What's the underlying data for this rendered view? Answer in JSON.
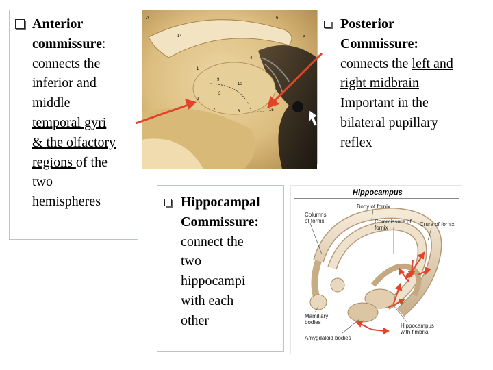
{
  "anterior": {
    "title": "Anterior",
    "title2": "commissure",
    "after_title": ":",
    "line1": "connects the",
    "line2": "inferior and",
    "line3": "middle",
    "link1": "temporal gyri",
    "link2": "& the olfactory",
    "link3": "regions ",
    "after_link": "of the",
    "line7": "two",
    "line8": "hemispheres"
  },
  "posterior": {
    "title": "Posterior",
    "title2": "Commissure:",
    "line1": "connects the ",
    "link1": "left and",
    "link2": "right midbrain",
    "line3": "Important in the",
    "line4": "bilateral pupillary",
    "line5": "reflex"
  },
  "hippocampal": {
    "title": "Hippocampal",
    "title2": "Commissure:",
    "line1": "connect the",
    "line2": "two",
    "line3": "hippocampi",
    "line4": "with each",
    "line5": "other"
  },
  "diagram": {
    "title": "Hippocampus",
    "labels": {
      "body_of_fornix": "Body of fornix",
      "columns_of_fornix": "Columns of fornix",
      "commissure_of_fornix": "Commissure of fornix",
      "crura_of_fornix": "Crura of fornix",
      "mamillary_bodies": "Mamillary bodies",
      "hippocampus_with_fimbria": "Hippocampus with fimbria",
      "amygdaloid_bodies": "Amygdaloid bodies"
    }
  },
  "photo_numbers": [
    "14",
    "4",
    "6",
    "5",
    "1",
    "9",
    "10",
    "3",
    "2",
    "7",
    "8",
    "15",
    "A"
  ],
  "colors": {
    "arrow": "#e0442b",
    "border": "#b9c3d6",
    "tissue": "#e3c98f"
  }
}
